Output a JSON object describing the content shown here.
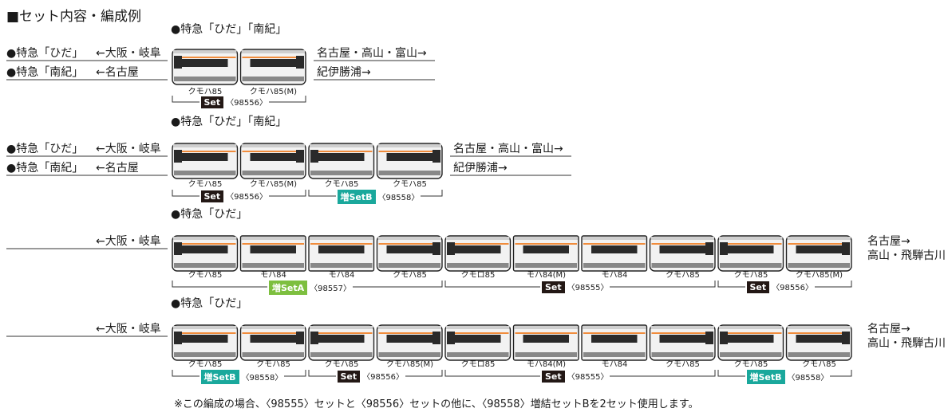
{
  "header": "■セット内容・編成例",
  "colors": {
    "set": "#231815",
    "zoA": "#7dbf3f",
    "zoB": "#1aa89c",
    "orange": "#f08c3c"
  },
  "footnote": "※この編成の場合、〈98555〉セットと〈98556〉セットの他に、〈98558〉増結セットBを2セット使用します。",
  "formations": [
    {
      "section_title": "●特急「ひだ」「南紀」",
      "trains": [
        {
          "name": "●特急「ひだ」",
          "from": "←大阪・岐阜",
          "to": "名古屋・高山・富山→"
        },
        {
          "name": "●特急「南紀」",
          "from": "←名古屋",
          "to": "紀伊勝浦→"
        }
      ],
      "cars": [
        "クモハ85",
        "クモハ85(M)"
      ],
      "sets": [
        {
          "badge": "Set",
          "type": "set",
          "code": "〈98556〉",
          "start": 0,
          "end": 1
        }
      ]
    },
    {
      "section_title": "●特急「ひだ」「南紀」",
      "trains": [
        {
          "name": "●特急「ひだ」",
          "from": "←大阪・岐阜",
          "to": "名古屋・高山・富山→"
        },
        {
          "name": "●特急「南紀」",
          "from": "←名古屋",
          "to": "紀伊勝浦→"
        }
      ],
      "cars": [
        "クモハ85",
        "クモハ85(M)",
        "クモハ85",
        "クモハ85"
      ],
      "sets": [
        {
          "badge": "Set",
          "type": "set",
          "code": "〈98556〉",
          "start": 0,
          "end": 1
        },
        {
          "badge": "増SetB",
          "type": "zoB",
          "code": "〈98558〉",
          "start": 2,
          "end": 3
        }
      ]
    },
    {
      "section_title": "●特急「ひだ」",
      "trains": [
        {
          "name": "",
          "from": "←大阪・岐阜",
          "to": "名古屋→",
          "to2": "高山・飛騨古川"
        }
      ],
      "cars": [
        "クモハ85",
        "モハ84",
        "モハ84",
        "クモハ85",
        "クモロ85",
        "モハ84(M)",
        "モハ84",
        "クモハ85",
        "クモハ85",
        "クモハ85(M)"
      ],
      "sets": [
        {
          "badge": "増SetA",
          "type": "zoA",
          "code": "〈98557〉",
          "start": 0,
          "end": 3
        },
        {
          "badge": "Set",
          "type": "set",
          "code": "〈98555〉",
          "start": 4,
          "end": 7
        },
        {
          "badge": "Set",
          "type": "set",
          "code": "〈98556〉",
          "start": 8,
          "end": 9
        }
      ]
    },
    {
      "section_title": "●特急「ひだ」",
      "trains": [
        {
          "name": "",
          "from": "←大阪・岐阜",
          "to": "名古屋→",
          "to2": "高山・飛騨古川"
        }
      ],
      "cars": [
        "クモハ85",
        "クモハ85",
        "クモハ85",
        "クモハ85(M)",
        "クモロ85",
        "モハ84(M)",
        "モハ84",
        "クモハ85",
        "クモハ85",
        "クモハ85"
      ],
      "sets": [
        {
          "badge": "増SetB",
          "type": "zoB",
          "code": "〈98558〉",
          "start": 0,
          "end": 1
        },
        {
          "badge": "Set",
          "type": "set",
          "code": "〈98556〉",
          "start": 2,
          "end": 3
        },
        {
          "badge": "Set",
          "type": "set",
          "code": "〈98555〉",
          "start": 4,
          "end": 7
        },
        {
          "badge": "増SetB",
          "type": "zoB",
          "code": "〈98558〉",
          "start": 8,
          "end": 9
        }
      ]
    }
  ]
}
